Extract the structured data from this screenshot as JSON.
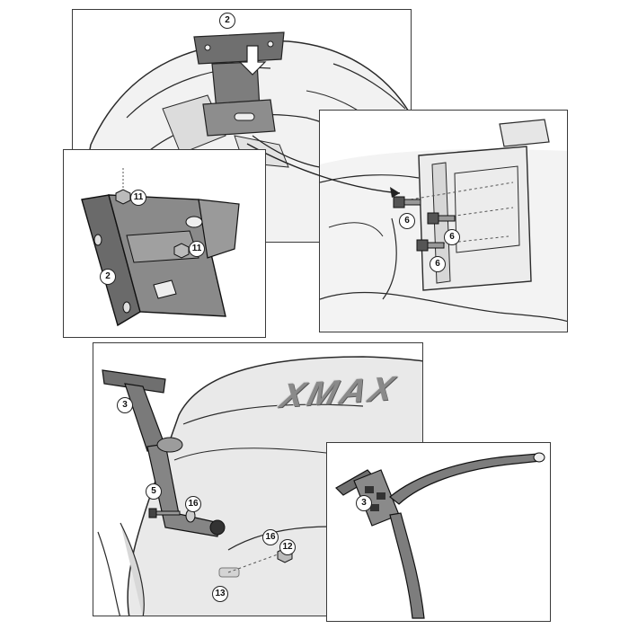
{
  "part_labels": {
    "p1_bracket": "2",
    "p2_nut_top": "11",
    "p2_nut_mid": "11",
    "p2_bracket": "2",
    "p3_bolt_a": "6",
    "p3_bolt_b": "6",
    "p3_bolt_c": "6",
    "p4_frame": "3",
    "p4_screw": "5",
    "p4_washer": "16",
    "p4_washer_b": "16",
    "p4_nut": "12",
    "p4_spacer": "13",
    "p5_frame": "3"
  },
  "brand_lettering": "XMAX",
  "colors": {
    "line": "#2a2a2a",
    "metal": "#6f6f6f",
    "metal_light": "#a9a9a9",
    "body": "#e9e9e9",
    "border": "#3a3a3a"
  }
}
